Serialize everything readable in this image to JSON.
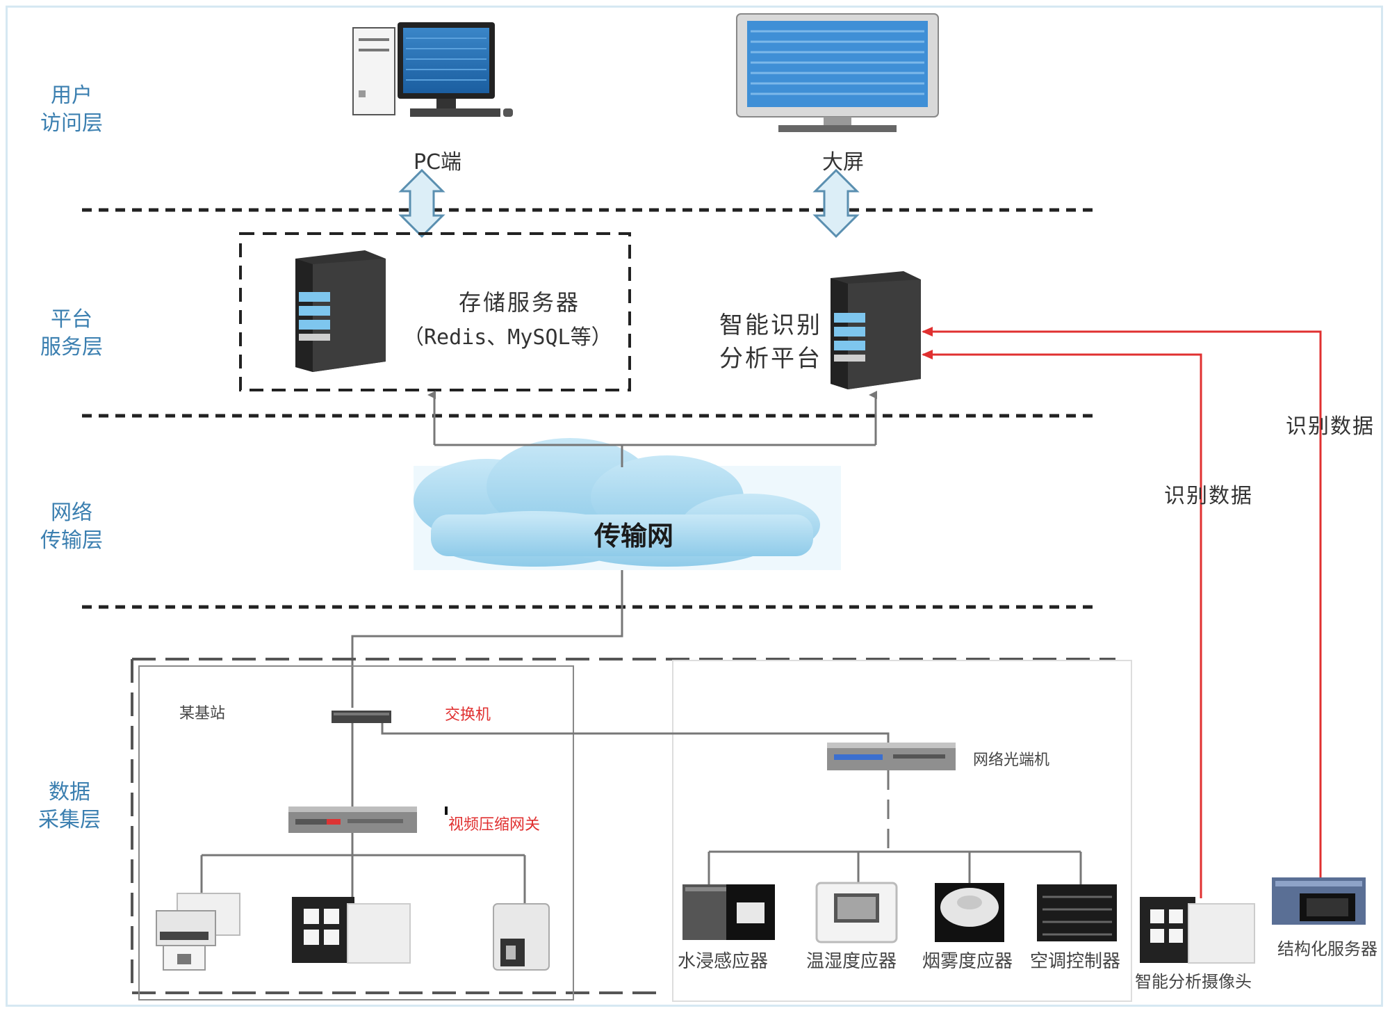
{
  "layers": {
    "user_access": [
      "用户",
      "访问层"
    ],
    "platform_service": [
      "平台",
      "服务层"
    ],
    "network_transport": [
      "网络",
      "传输层"
    ],
    "data_collection": [
      "数据",
      "采集层"
    ]
  },
  "devices": {
    "pc": "PC端",
    "big_screen": "大屏",
    "storage_server": [
      "存储服务器",
      "（Redis、MySQL等）"
    ],
    "smart_platform": [
      "智能识别",
      "分析平台"
    ],
    "transport_network": "传输网",
    "base_station": "某基站",
    "switch": "交换机",
    "video_gateway": "视频压缩网关",
    "optical_transceiver": "网络光端机",
    "water_sensor": "水浸感应器",
    "temp_humidity_sensor": "温湿度应器",
    "smoke_sensor": "烟雾度应器",
    "ac_controller": "空调控制器",
    "smart_camera": "智能分析摄像头",
    "structured_server": "结构化服务器"
  },
  "flows": {
    "recognition_data_1": "识别数据",
    "recognition_data_2": "识别数据"
  },
  "colors": {
    "layer_text": "#3b7fb0",
    "data_flow": "#e03030",
    "cloud": "#a9d8ef",
    "arrow_fill": "#dceef7"
  }
}
